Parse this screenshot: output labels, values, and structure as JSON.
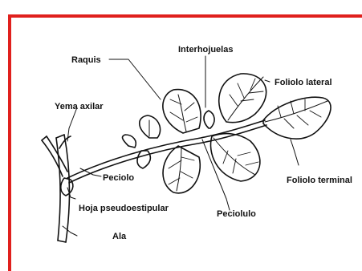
{
  "figure": {
    "frame_color": "#e0201d",
    "labels": {
      "raquis": "Raquis",
      "interhojuelas": "Interhojuelas",
      "foliolo_lateral": "Foliolo lateral",
      "yema_axilar": "Yema axilar",
      "foliolo_terminal": "Foliolo terminal",
      "peciolo": "Peciolo",
      "hoja_pseudoestipular": "Hoja pseudoestipular",
      "peciolulo": "Peciolulo",
      "ala": "Ala"
    }
  }
}
